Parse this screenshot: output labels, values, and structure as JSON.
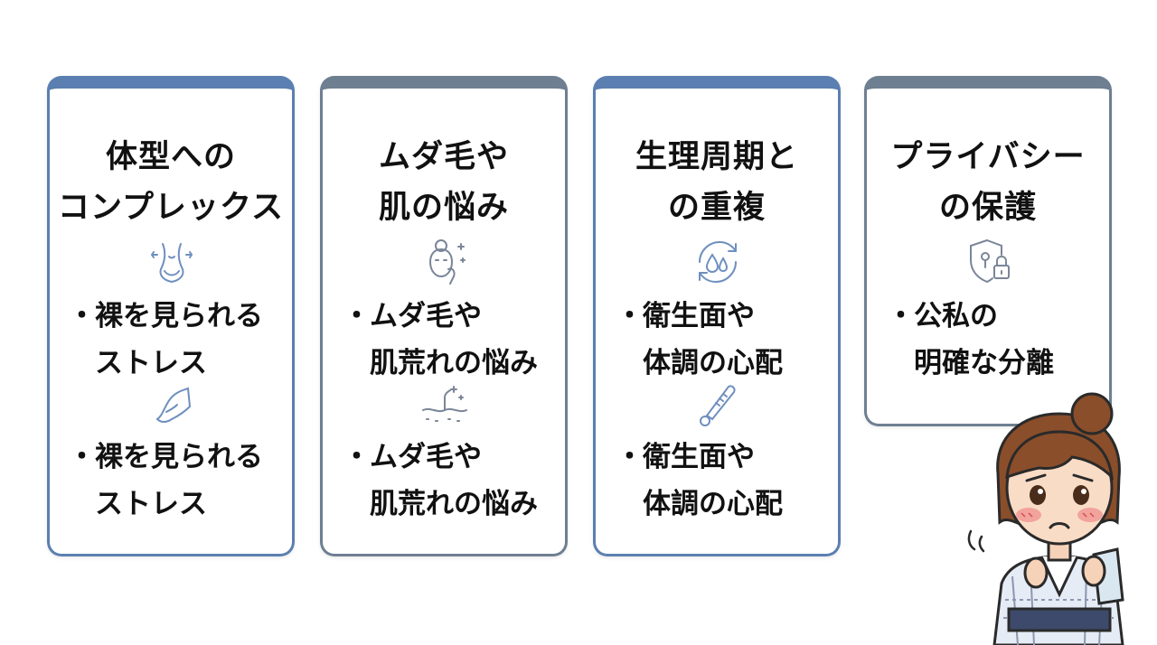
{
  "cards": [
    {
      "title_lines": [
        "体型への",
        "コンプレックス"
      ],
      "items": [
        {
          "lines": [
            "裸を見られる",
            "ストレス"
          ]
        },
        {
          "lines": [
            "裸を見られる",
            "ストレス"
          ]
        }
      ],
      "icons": [
        "waist-icon",
        "skin-icon"
      ]
    },
    {
      "title_lines": [
        "ムダ毛や",
        "肌の悩み"
      ],
      "items": [
        {
          "lines": [
            "ムダ毛や",
            "肌荒れの悩み"
          ]
        },
        {
          "lines": [
            "ムダ毛や",
            "肌荒れの悩み"
          ]
        }
      ],
      "icons": [
        "face-care-icon",
        "hair-follicle-icon"
      ]
    },
    {
      "title_lines": [
        "生理周期と",
        "の重複"
      ],
      "items": [
        {
          "lines": [
            "衛生面や",
            "体調の心配"
          ]
        },
        {
          "lines": [
            "衛生面や",
            "体調の心配"
          ]
        }
      ],
      "icons": [
        "droplet-cycle-icon",
        "thermometer-icon"
      ]
    },
    {
      "title_lines": [
        "プライバシー",
        "の保護"
      ],
      "items": [
        {
          "lines": [
            "公私の",
            "明確な分離"
          ]
        }
      ],
      "icons": [
        "shield-lock-icon"
      ]
    }
  ],
  "bullet_symbol": "・",
  "colors": {
    "blue_border": "#5b7fb0",
    "gray_border": "#6f7f92",
    "text": "#111111"
  }
}
